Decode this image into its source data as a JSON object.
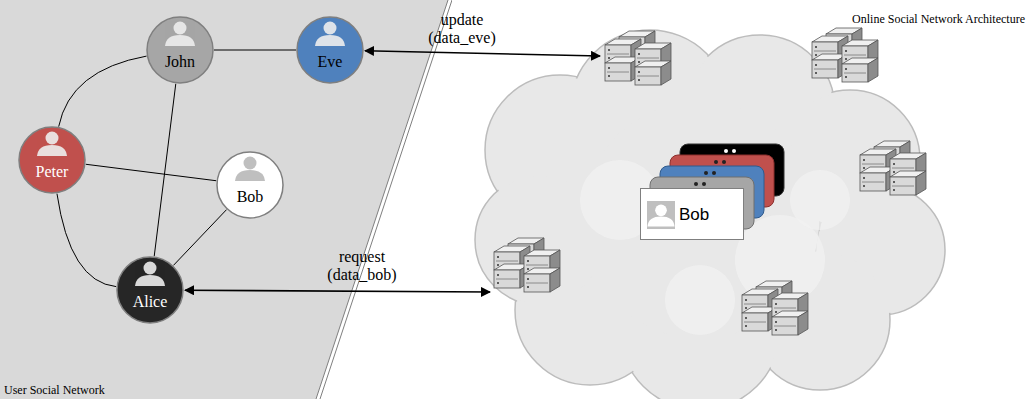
{
  "diagram": {
    "nodes": [
      {
        "text": [
          "User Social Network"
        ]
      },
      {
        "text": [
          "John"
        ],
        "in": 0
      },
      {
        "text": [
          "Eve"
        ],
        "in": 0
      },
      {
        "text": [
          "Peter"
        ],
        "in": 0
      },
      {
        "text": [
          "Bob"
        ],
        "in": 0
      },
      {
        "text": [
          "Alice"
        ],
        "in": 0
      },
      {
        "text": [
          "Online Social Network Architecture"
        ]
      },
      {
        "text": [
          "Bob"
        ],
        "in": 6
      }
    ],
    "edges": [
      {
        "from": 1,
        "to": 2,
        "arrow": "none"
      },
      {
        "from": 1,
        "to": 3,
        "arrow": "none"
      },
      {
        "from": 1,
        "to": 5,
        "arrow": "none"
      },
      {
        "from": 3,
        "to": 4,
        "arrow": "none"
      },
      {
        "from": 3,
        "to": 5,
        "arrow": "none"
      },
      {
        "from": 4,
        "to": 5,
        "arrow": "none"
      },
      {
        "from": 2,
        "to": 6,
        "label": "update (data_eve)",
        "arrow": "both"
      },
      {
        "from": 5,
        "to": 6,
        "label": "request (data_bob)",
        "arrow": "both"
      }
    ]
  }
}
